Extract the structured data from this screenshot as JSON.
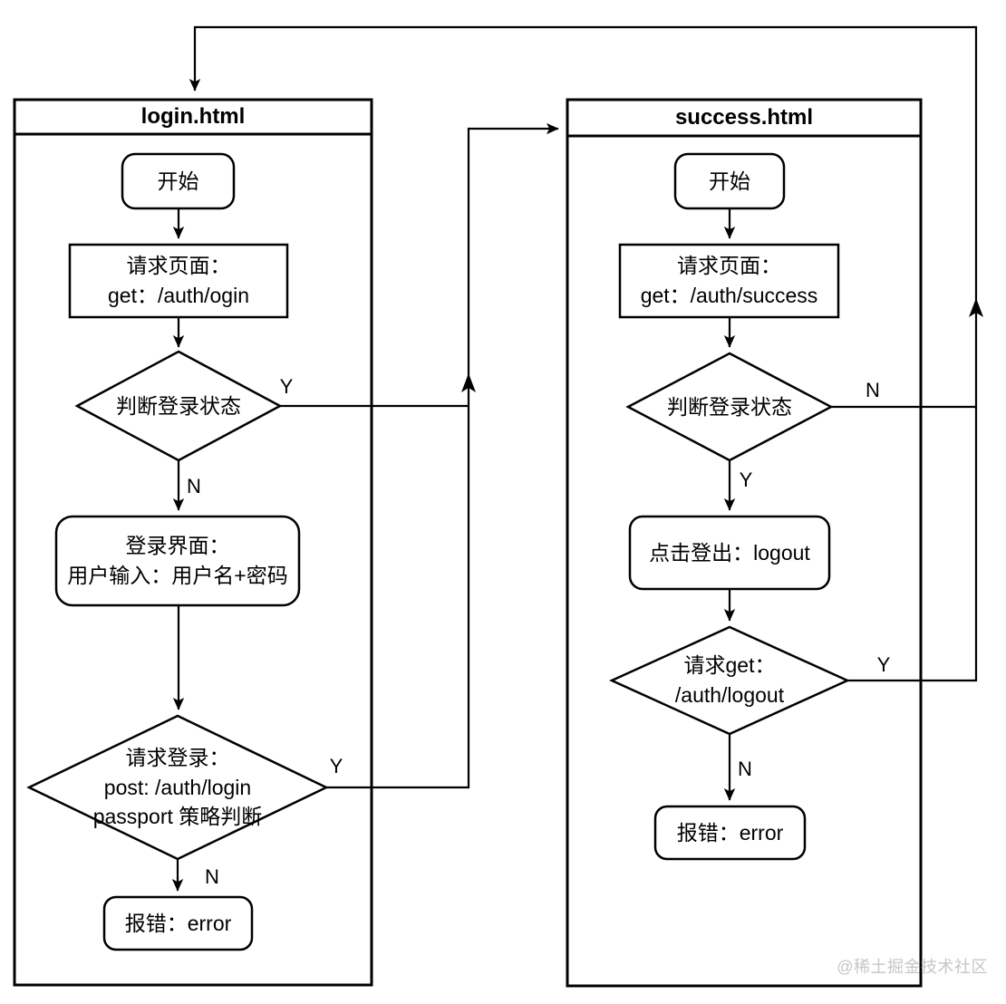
{
  "diagram": {
    "watermark": "@稀土掘金技术社区",
    "colors": {
      "stroke": "#000000",
      "background": "#ffffff",
      "watermark_text": "#c6c6c6"
    },
    "login_flow": {
      "title": "login.html",
      "nodes": {
        "start": "开始",
        "request_page": "请求页面：\nget：/auth/ogin",
        "check_status": "判断登录状态",
        "login_form": "登录界面：\n用户输入：用户名+密码",
        "request_login": "请求登录：\npost: /auth/login\npassport 策略判断",
        "error": "报错：error"
      },
      "labels": {
        "check_status_yes": "Y",
        "check_status_no": "N",
        "request_login_yes": "Y",
        "request_login_no": "N"
      }
    },
    "success_flow": {
      "title": "success.html",
      "nodes": {
        "start": "开始",
        "request_page": "请求页面：\nget：/auth/success",
        "check_status": "判断登录状态",
        "logout": "点击登出：logout",
        "request_logout": "请求get：\n/auth/logout",
        "error": "报错：error"
      },
      "labels": {
        "check_status_no": "N",
        "check_status_yes": "Y",
        "request_logout_yes": "Y",
        "request_logout_no": "N"
      }
    }
  }
}
